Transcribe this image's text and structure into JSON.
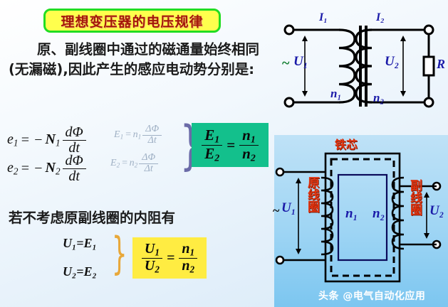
{
  "slide": {
    "title": "理想变压器的电压规律",
    "title_bg": "#ffff4d",
    "title_border": "#22dd22",
    "title_color": "#a4170a",
    "background": "#e4f0fa"
  },
  "body": {
    "paragraph1": "原、副线圈中通过的磁通量始终相同(无漏磁),因此产生的感应电动势分别是:",
    "paragraph2": "若不考虑原副线圈的内阻有"
  },
  "formulas": {
    "e1": {
      "lhs": "e",
      "lhs_sub": "1",
      "sign": "= −",
      "coef": "N",
      "coef_sub": "1",
      "num": "dΦ",
      "den": "dt"
    },
    "e2": {
      "lhs": "e",
      "lhs_sub": "2",
      "sign": "= −",
      "coef": "N",
      "coef_sub": "2",
      "num": "dΦ",
      "den": "dt"
    },
    "ghost1": {
      "lhs": "E",
      "lhs_sub": "1",
      "sign": "=",
      "coef": "n",
      "coef_sub": "1",
      "num": "ΔΦ",
      "den": "Δt"
    },
    "ghost2": {
      "lhs": "E",
      "lhs_sub": "2",
      "sign": "=",
      "coef": "n",
      "coef_sub": "2",
      "num": "ΔΦ",
      "den": "Δt"
    },
    "green_box": {
      "left_num": "E",
      "left_num_sub": "1",
      "left_den": "E",
      "left_den_sub": "2",
      "equals": "=",
      "right_num": "n",
      "right_num_sub": "1",
      "right_den": "n",
      "right_den_sub": "2",
      "bg": "#13c08c"
    },
    "u1_eq": "U₁=E₁",
    "u2_eq": "U₂=E₂",
    "yellow_box": {
      "left_num": "U",
      "left_num_sub": "1",
      "left_den": "U",
      "left_den_sub": "2",
      "equals": "=",
      "right_num": "n",
      "right_num_sub": "1",
      "right_den": "n",
      "right_den_sub": "2",
      "bg": "#ffec42"
    },
    "brace_glyph": "}"
  },
  "circuit_diagram": {
    "label_i1": "I₁",
    "label_i2": "I₂",
    "label_u1": "U₁",
    "label_u2": "U₂",
    "label_n1": "n₁",
    "label_n2": "n₂",
    "label_r": "R",
    "ac_symbol": "~",
    "ac_color": "#0a7a2a",
    "label_color": "#1a1aa8"
  },
  "core_diagram": {
    "label_core": "铁芯",
    "label_primary": "原线圈",
    "label_secondary": "副线圈",
    "label_u1": "U₁",
    "label_u2": "U₂",
    "label_n1": "n₁",
    "label_n2": "n₂",
    "ac_symbol": "~",
    "red_color": "#e1330f",
    "blue_color": "#1a1aa8"
  },
  "watermark": {
    "text": "头条 @电气自动化应用"
  }
}
